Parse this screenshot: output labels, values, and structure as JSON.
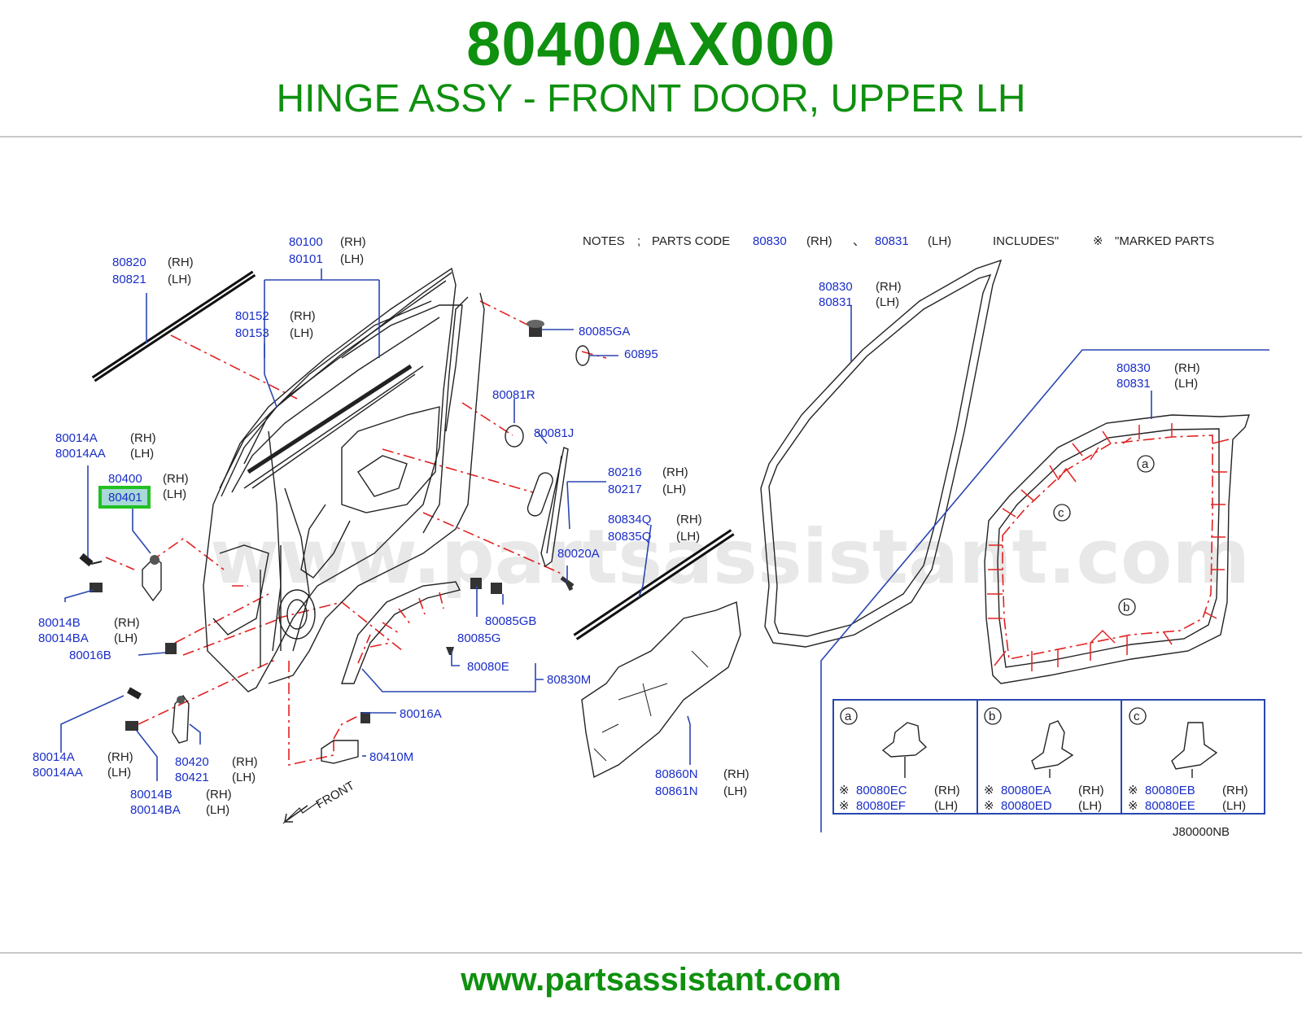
{
  "header": {
    "part_number": "80400AX000",
    "description": "HINGE ASSY - FRONT DOOR, UPPER LH"
  },
  "footer": {
    "url": "www.partsassistant.com"
  },
  "watermark": "www.partsassistant.com",
  "colors": {
    "brand_green": "#0f900f",
    "part_blue": "#1a2ec8",
    "highlight_green": "#22c022",
    "dash_red": "#e22020"
  },
  "diagram": {
    "notes": {
      "prefix": "NOTES",
      "sep": ";",
      "parts_code": "PARTS CODE",
      "code_rh": "80830",
      "rh": "(RH)",
      "dot": "、",
      "code_lh": "80831",
      "lh": "(LH)",
      "includes": "INCLUDES\"",
      "mark": "※",
      "marked_parts": "\"MARKED PARTS"
    },
    "ref_code": "J80000NB",
    "front_label": "FRONT",
    "callouts": [
      {
        "code": "80820",
        "side": "(RH)"
      },
      {
        "code": "80821",
        "side": "(LH)"
      },
      {
        "code": "80100",
        "side": "(RH)"
      },
      {
        "code": "80101",
        "side": "(LH)"
      },
      {
        "code": "80152",
        "side": "(RH)"
      },
      {
        "code": "80153",
        "side": "(LH)"
      },
      {
        "code": "80085GA",
        "side": ""
      },
      {
        "code": "60895",
        "side": ""
      },
      {
        "code": "80081R",
        "side": ""
      },
      {
        "code": "80081J",
        "side": ""
      },
      {
        "code": "80216",
        "side": "(RH)"
      },
      {
        "code": "80217",
        "side": "(LH)"
      },
      {
        "code": "80014A",
        "side": "(RH)"
      },
      {
        "code": "80014AA",
        "side": "(LH)"
      },
      {
        "code": "80400",
        "side": "(RH)"
      },
      {
        "code": "80401",
        "side": "(LH)"
      },
      {
        "code": "80834Q",
        "side": "(RH)"
      },
      {
        "code": "80835Q",
        "side": "(LH)"
      },
      {
        "code": "80020A",
        "side": ""
      },
      {
        "code": "80014B",
        "side": "(RH)"
      },
      {
        "code": "80014BA",
        "side": "(LH)"
      },
      {
        "code": "80085GB",
        "side": ""
      },
      {
        "code": "80085G",
        "side": ""
      },
      {
        "code": "80016B",
        "side": ""
      },
      {
        "code": "80080E",
        "side": ""
      },
      {
        "code": "80830M",
        "side": ""
      },
      {
        "code": "80016A",
        "side": ""
      },
      {
        "code": "80410M",
        "side": ""
      },
      {
        "code": "80014A",
        "side": "(RH)"
      },
      {
        "code": "80014AA",
        "side": "(LH)"
      },
      {
        "code": "80420",
        "side": "(RH)"
      },
      {
        "code": "80421",
        "side": "(LH)"
      },
      {
        "code": "80014B",
        "side": "(RH)"
      },
      {
        "code": "80014BA",
        "side": "(LH)"
      },
      {
        "code": "80860N",
        "side": "(RH)"
      },
      {
        "code": "80861N",
        "side": "(LH)"
      },
      {
        "code": "80830",
        "side": "(RH)"
      },
      {
        "code": "80831",
        "side": "(LH)"
      },
      {
        "code": "80830",
        "side": "(RH)"
      },
      {
        "code": "80831",
        "side": "(LH)"
      }
    ],
    "detail_markers": [
      "a",
      "b",
      "c"
    ],
    "inset": [
      {
        "marker": "a",
        "rows": [
          {
            "mark": "※",
            "code": "80080EC",
            "side": "(RH)"
          },
          {
            "mark": "※",
            "code": "80080EF",
            "side": "(LH)"
          }
        ]
      },
      {
        "marker": "b",
        "rows": [
          {
            "mark": "※",
            "code": "80080EA",
            "side": "(RH)"
          },
          {
            "mark": "※",
            "code": "80080ED",
            "side": "(LH)"
          }
        ]
      },
      {
        "marker": "c",
        "rows": [
          {
            "mark": "※",
            "code": "80080EB",
            "side": "(RH)"
          },
          {
            "mark": "※",
            "code": "80080EE",
            "side": "(LH)"
          }
        ]
      }
    ]
  }
}
